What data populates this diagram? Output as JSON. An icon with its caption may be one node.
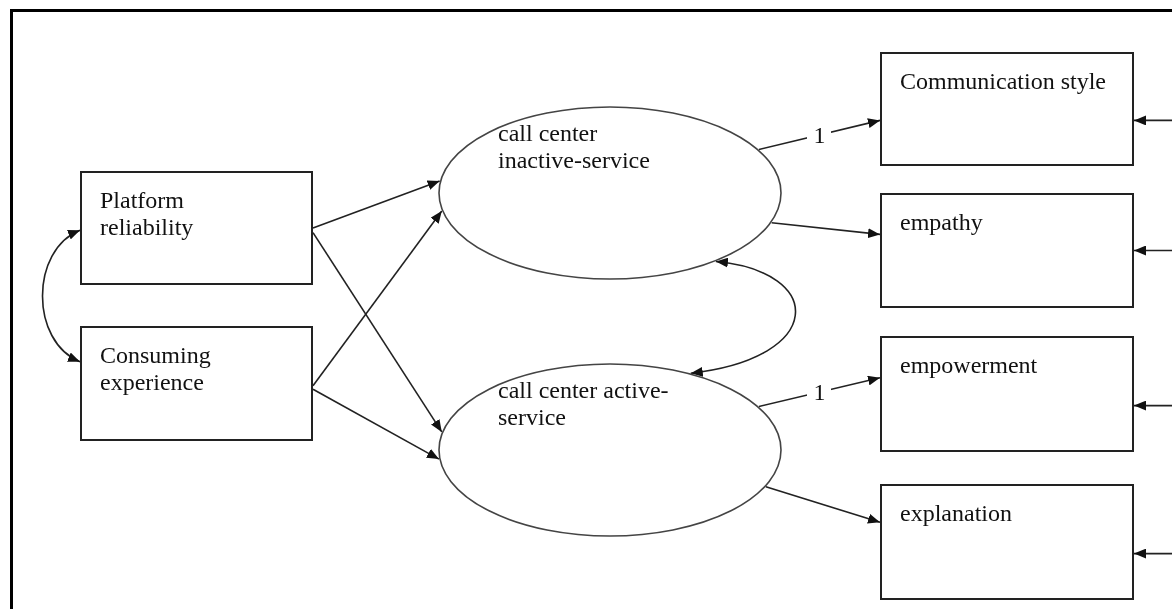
{
  "diagram": {
    "nodes": [
      {
        "text": [
          "Platform reliability"
        ]
      },
      {
        "text": [
          "Consuming experience"
        ]
      },
      {
        "text": [
          "call center inactive-service"
        ]
      },
      {
        "text": [
          "call center active-service"
        ]
      },
      {
        "text": [
          "Communication style"
        ]
      },
      {
        "text": [
          "empathy"
        ]
      },
      {
        "text": [
          "empowerment"
        ]
      },
      {
        "text": [
          "explanation"
        ]
      }
    ],
    "edges": [
      {
        "from": 0,
        "to": 1,
        "arrow": "both"
      },
      {
        "from": 0,
        "to": 2,
        "arrow": "to"
      },
      {
        "from": 0,
        "to": 3,
        "arrow": "to"
      },
      {
        "from": 1,
        "to": 2,
        "arrow": "to"
      },
      {
        "from": 1,
        "to": 3,
        "arrow": "to"
      },
      {
        "from": 2,
        "to": 4,
        "arrow": "to",
        "label": "1"
      },
      {
        "from": 2,
        "to": 5,
        "arrow": "to"
      },
      {
        "from": 2,
        "to": 3,
        "arrow": "both"
      },
      {
        "from": 3,
        "to": 6,
        "arrow": "to",
        "label": "1"
      },
      {
        "from": 3,
        "to": 7,
        "arrow": "to"
      },
      {
        "from": null,
        "to": 4,
        "arrow": "to"
      },
      {
        "from": null,
        "to": 5,
        "arrow": "to"
      },
      {
        "from": null,
        "to": 6,
        "arrow": "to"
      },
      {
        "from": null,
        "to": 7,
        "arrow": "to"
      }
    ]
  }
}
